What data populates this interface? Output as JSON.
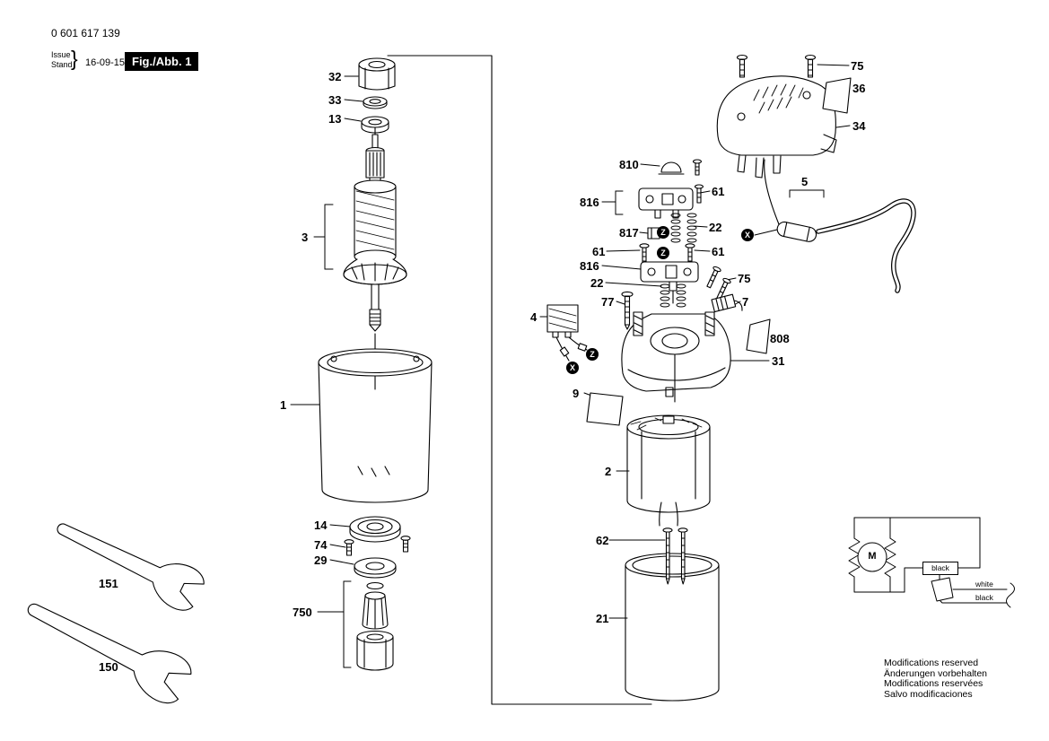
{
  "header": {
    "part_number": "0 601 617 139",
    "issue_label": "Issue",
    "stand_label": "Stand",
    "brace": "}",
    "issue_date": "16-09-15",
    "figure_label": "Fig./Abb. 1"
  },
  "callouts": {
    "c32": "32",
    "c33": "33",
    "c13": "13",
    "c3": "3",
    "c1": "1",
    "c14": "14",
    "c74": "74",
    "c29": "29",
    "c750": "750",
    "c151": "151",
    "c150": "150",
    "c810": "810",
    "c61a": "61",
    "c816a": "816",
    "c817": "817",
    "c22a": "22",
    "c61b": "61",
    "c61c": "61",
    "c816b": "816",
    "c22b": "22",
    "c75a": "75",
    "c7": "7",
    "c77": "77",
    "c4": "4",
    "c808": "808",
    "c31": "31",
    "c9": "9",
    "c2": "2",
    "c62": "62",
    "c21": "21",
    "c75b": "75",
    "c36": "36",
    "c34": "34",
    "c5": "5"
  },
  "markers": {
    "x": "X",
    "z": "Z"
  },
  "circuit": {
    "motor": "M",
    "wire1": "black",
    "wire2": "white",
    "wire3": "black"
  },
  "footer": {
    "line1": "Modifications reserved",
    "line2": "Änderungen vorbehalten",
    "line3": "Modifications reservées",
    "line4": "Salvo modificaciones"
  }
}
